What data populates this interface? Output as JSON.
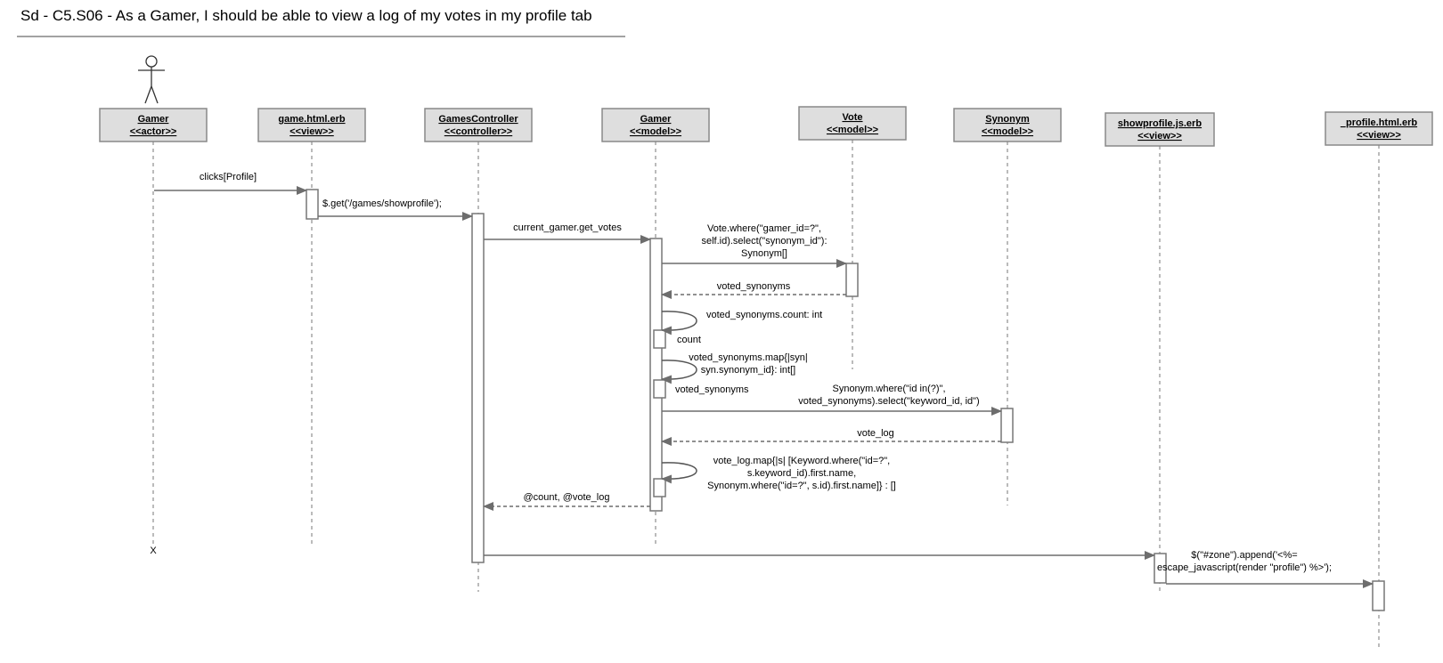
{
  "title": "Sd - C5.S06 - As a Gamer, I should be able to view a log of my votes in my profile tab",
  "participants": [
    {
      "id": "gamer_actor",
      "name": "Gamer",
      "stereotype": "<<actor>>"
    },
    {
      "id": "game_view",
      "name": "game.html.erb",
      "stereotype": "<<view>>"
    },
    {
      "id": "games_controller",
      "name": "GamesController",
      "stereotype": "<<controller>>"
    },
    {
      "id": "gamer_model",
      "name": "Gamer",
      "stereotype": "<<model>>"
    },
    {
      "id": "vote_model",
      "name": "Vote",
      "stereotype": "<<model>>"
    },
    {
      "id": "synonym_model",
      "name": "Synonym",
      "stereotype": "<<model>>"
    },
    {
      "id": "showprofile_view",
      "name": "showprofile.js.erb",
      "stereotype": "<<view>>"
    },
    {
      "id": "profile_view",
      "name": "_profile.html.erb",
      "stereotype": "<<view>>"
    }
  ],
  "messages": [
    {
      "label": [
        "clicks[Profile]"
      ]
    },
    {
      "label": [
        "$.get('/games/showprofile');"
      ]
    },
    {
      "label": [
        "current_gamer.get_votes"
      ]
    },
    {
      "label": [
        "Vote.where(\"gamer_id=?\",",
        "self.id).select(\"synonym_id\"):",
        "Synonym[]"
      ]
    },
    {
      "label": [
        "voted_synonyms"
      ]
    },
    {
      "label": [
        "voted_synonyms.count: int"
      ]
    },
    {
      "label": [
        "count"
      ]
    },
    {
      "label": [
        "voted_synonyms.map{|syn|",
        "syn.synonym_id}: int[]"
      ]
    },
    {
      "label": [
        "voted_synonyms"
      ]
    },
    {
      "label": [
        "Synonym.where(\"id in(?)\",",
        "voted_synonyms).select(\"keyword_id, id\")"
      ]
    },
    {
      "label": [
        "vote_log"
      ]
    },
    {
      "label": [
        "vote_log.map{|s| [Keyword.where(\"id=?\",",
        "s.keyword_id).first.name,",
        "Synonym.where(\"id=?\", s.id).first.name]} : []"
      ]
    },
    {
      "label": [
        "@count, @vote_log"
      ]
    },
    {
      "label": [
        "$(\"#zone\").append('<%=",
        "escape_javascript(render \"profile\") %>');"
      ]
    }
  ],
  "destroy_marker": "X",
  "colors": {
    "box_fill": "#dedede",
    "box_stroke": "#888888",
    "line": "#6d6d6d"
  }
}
